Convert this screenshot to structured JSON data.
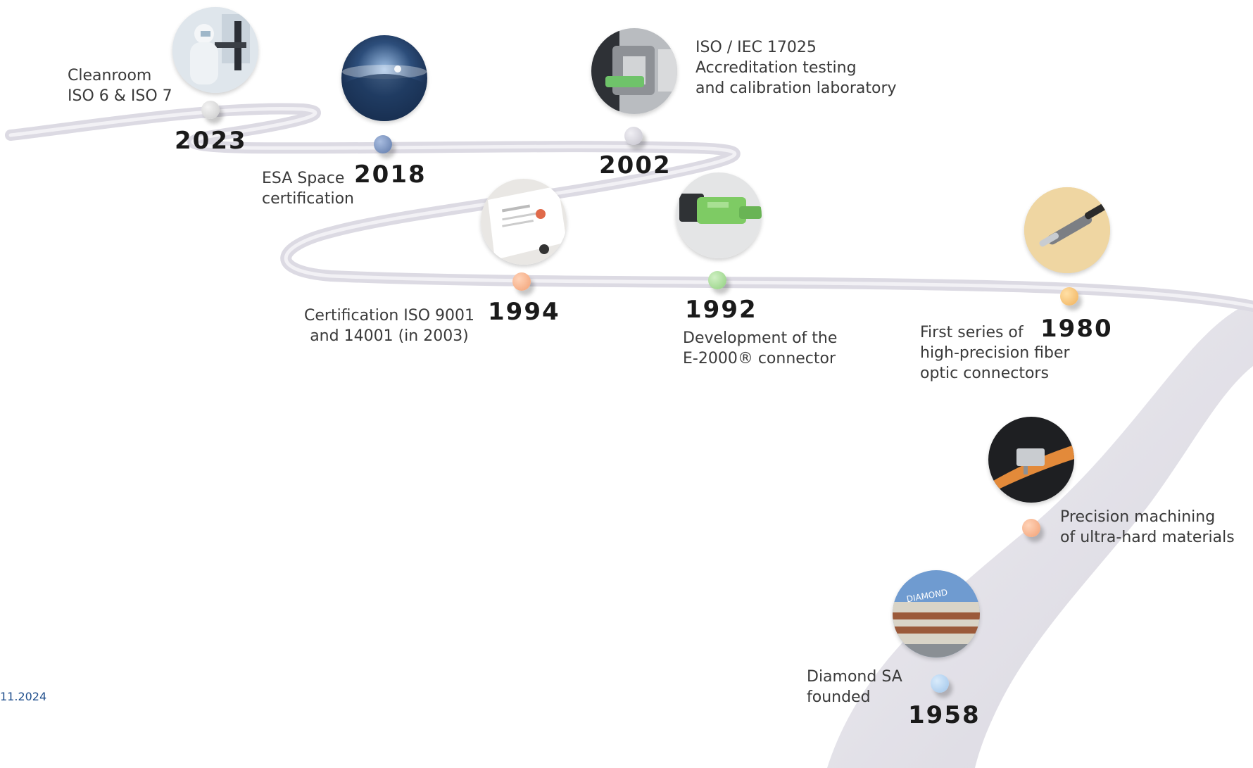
{
  "milestones": [
    {
      "year": "2023",
      "text": "Cleanroom\nISO 6 & ISO 7",
      "dot_color": "#c9c9c9",
      "photo": "cleanroom-photo"
    },
    {
      "year": "2018",
      "text": "ESA Space\ncertification",
      "dot_color": "#5d78a8",
      "photo": "space-earth-photo"
    },
    {
      "year": "2002",
      "text": "ISO / IEC 17025\nAccreditation testing\nand calibration laboratory",
      "dot_color": "#c4c2cc",
      "photo": "calibration-connector-photo"
    },
    {
      "year": "1994",
      "text": "Certification ISO 9001\nand 14001 (in 2003)",
      "dot_color": "#f2a074",
      "photo": "certificate-photo"
    },
    {
      "year": "1992",
      "text": "Development of the\nE-2000® connector",
      "dot_color": "#8fcf7d",
      "photo": "e2000-connector-photo"
    },
    {
      "year": "1980",
      "text": "First series of\nhigh-precision fiber\noptic connectors",
      "dot_color": "#f0b05a",
      "photo": "fiber-connector-photo"
    },
    {
      "year": "",
      "text": "Precision machining\nof ultra-hard materials",
      "dot_color": "#f2a074",
      "photo": "stylus-photo"
    },
    {
      "year": "1958",
      "text": "Diamond SA\nfounded",
      "dot_color": "#9ec4ea",
      "photo": "diamond-building-photo"
    }
  ],
  "building_sign": "DIAMOND",
  "footer": {
    "date": "11.2024"
  }
}
